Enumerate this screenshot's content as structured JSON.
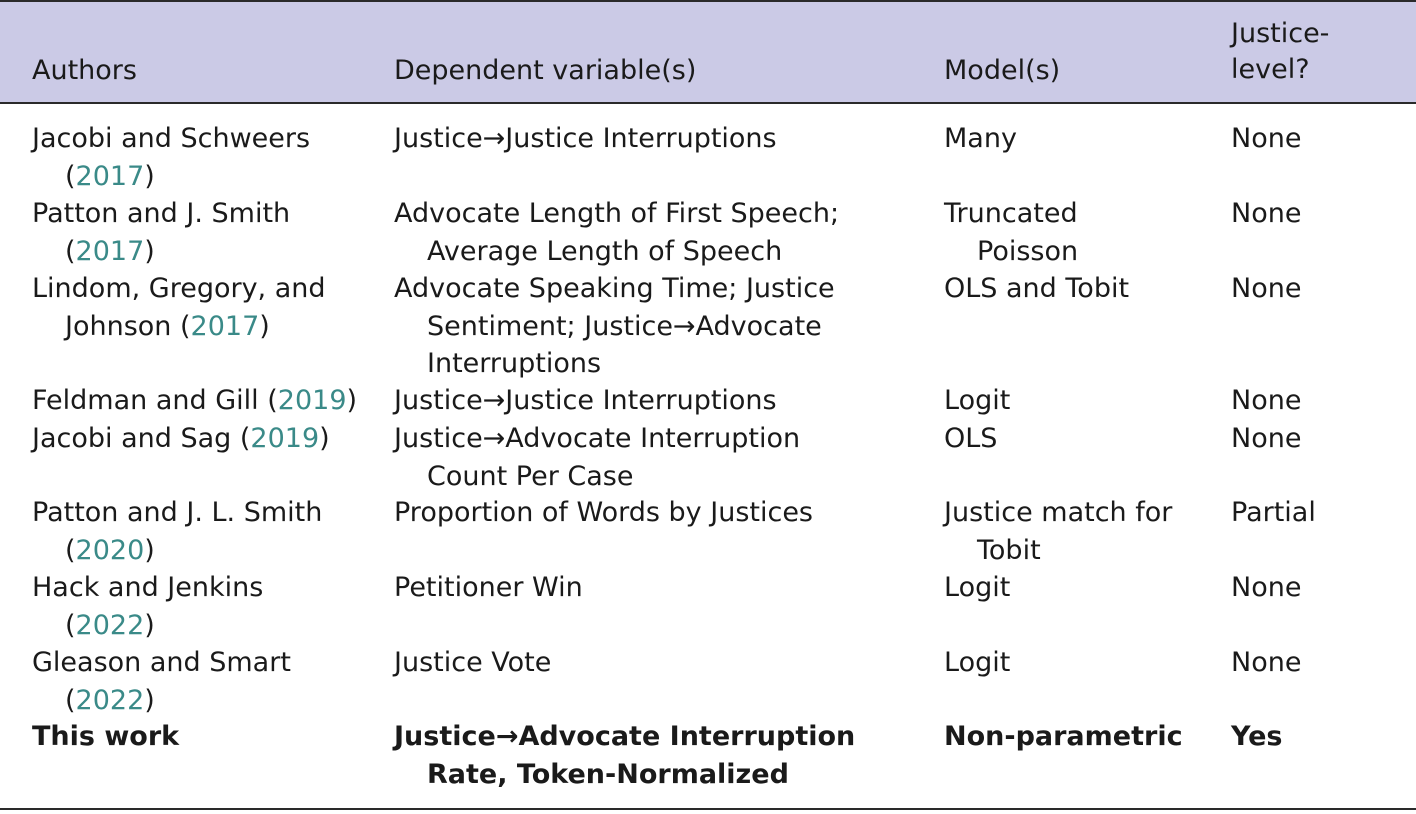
{
  "header": {
    "authors": "Authors",
    "dependent": "Dependent variable(s)",
    "models": "Model(s)",
    "justice_level_1": "Justice-",
    "justice_level_2": "level?"
  },
  "colors": {
    "header_band": "#cbcae6",
    "year_link": "#3a8a88"
  },
  "rows": [
    {
      "author": "Jacobi and Schweers",
      "year_prefix": "(",
      "year": "2017",
      "year_suffix": ")",
      "dependent": "Justice→Justice Interruptions",
      "model": "Many",
      "level": "None"
    },
    {
      "author": "Patton and J. Smith",
      "year_prefix": "(",
      "year": "2017",
      "year_suffix": ")",
      "dependent": "Advocate Length of First Speech; Average Length of Speech",
      "model": "Truncated Poisson",
      "level": "None"
    },
    {
      "author": "Lindom, Gregory, and Johnson",
      "year_prefix": " (",
      "year": "2017",
      "year_suffix": ")",
      "dependent": "Advocate Speaking Time; Justice Sentiment; Justice→Advocate Interruptions",
      "model": "OLS and Tobit",
      "level": "None"
    },
    {
      "author": "Feldman and Gill",
      "year_prefix": " (",
      "year": "2019",
      "year_suffix": ")",
      "dependent": "Justice→Justice Interruptions",
      "model": "Logit",
      "level": "None"
    },
    {
      "author": "Jacobi and Sag",
      "year_prefix": " (",
      "year": "2019",
      "year_suffix": ")",
      "dependent": "Justice→Advocate Interruption Count Per Case",
      "model": "OLS",
      "level": "None"
    },
    {
      "author": "Patton and J. L. Smith",
      "year_prefix": "(",
      "year": "2020",
      "year_suffix": ")",
      "dependent": "Proportion of Words by Justices",
      "model": "Justice match for Tobit",
      "level": "Partial"
    },
    {
      "author": "Hack and Jenkins",
      "year_prefix": "(",
      "year": "2022",
      "year_suffix": ")",
      "dependent": "Petitioner Win",
      "model": "Logit",
      "level": "None"
    },
    {
      "author": "Gleason and Smart",
      "year_prefix": "(",
      "year": "2022",
      "year_suffix": ")",
      "dependent": "Justice Vote",
      "model": "Logit",
      "level": "None"
    }
  ],
  "this_work": {
    "author": "This work",
    "dependent": "Justice→Advocate Interruption Rate, Token-Normalized",
    "model": "Non-parametric",
    "level": "Yes"
  }
}
